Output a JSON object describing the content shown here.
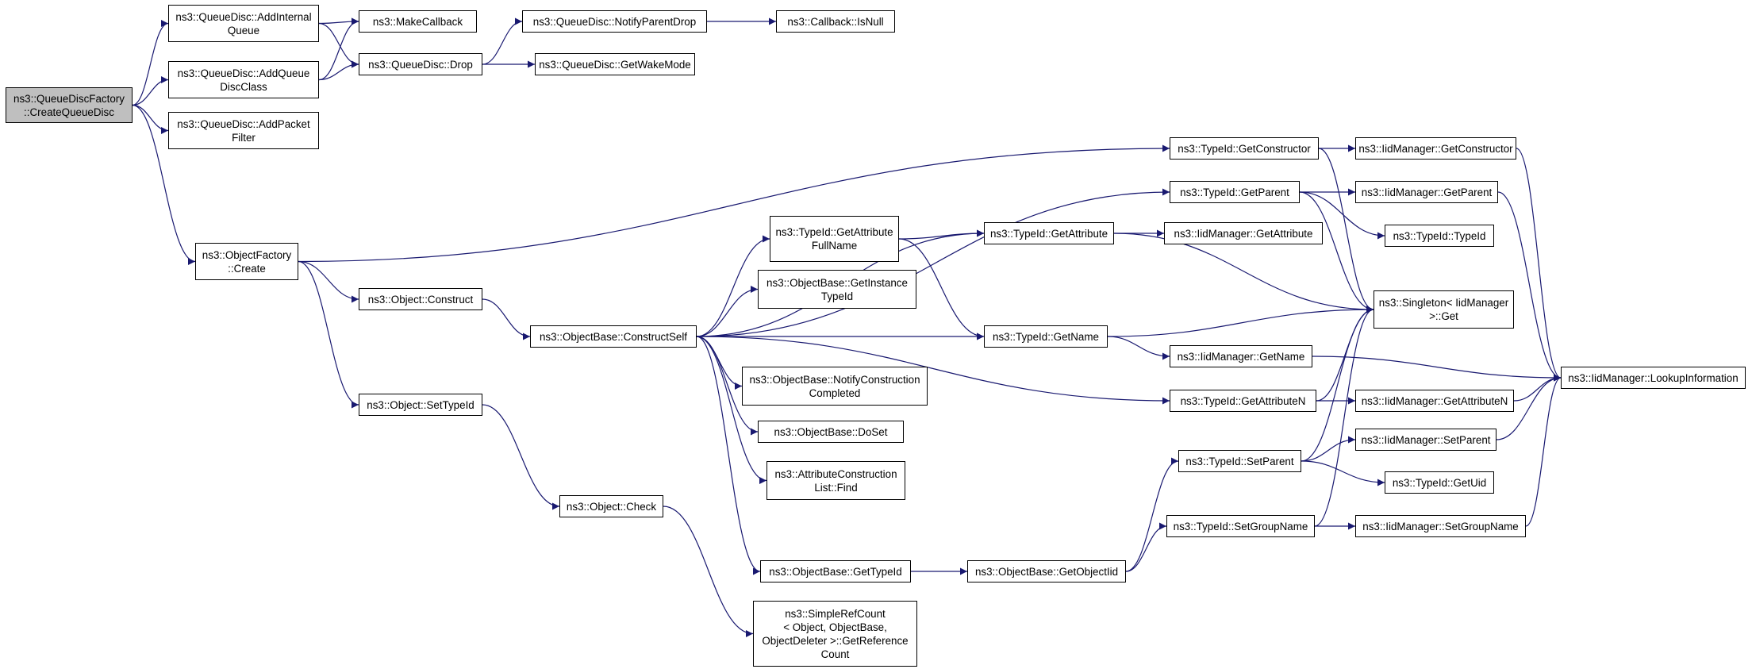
{
  "diagram": {
    "type": "call-graph",
    "colors": {
      "edge": "#191970",
      "root_fill": "#bfbfbf",
      "node_fill": "#ffffff",
      "border": "#000000"
    },
    "nodes": [
      {
        "id": "root",
        "label": "ns3::QueueDiscFactory\n::CreateQueueDisc",
        "root": true
      },
      {
        "id": "addInternalQueue",
        "label": "ns3::QueueDisc::AddInternal\nQueue"
      },
      {
        "id": "addQueueDiscClass",
        "label": "ns3::QueueDisc::AddQueue\nDiscClass"
      },
      {
        "id": "addPacketFilter",
        "label": "ns3::QueueDisc::AddPacket\nFilter"
      },
      {
        "id": "objectFactoryCreate",
        "label": "ns3::ObjectFactory\n::Create"
      },
      {
        "id": "makeCallback",
        "label": "ns3::MakeCallback"
      },
      {
        "id": "drop",
        "label": "ns3::QueueDisc::Drop"
      },
      {
        "id": "notifyParentDrop",
        "label": "ns3::QueueDisc::NotifyParentDrop"
      },
      {
        "id": "isNull",
        "label": "ns3::Callback::IsNull"
      },
      {
        "id": "getWakeMode",
        "label": "ns3::QueueDisc::GetWakeMode"
      },
      {
        "id": "objectConstruct",
        "label": "ns3::Object::Construct"
      },
      {
        "id": "setTypeId",
        "label": "ns3::Object::SetTypeId"
      },
      {
        "id": "constructSelf",
        "label": "ns3::ObjectBase::ConstructSelf"
      },
      {
        "id": "objectCheck",
        "label": "ns3::Object::Check"
      },
      {
        "id": "getAttributeFullName",
        "label": "ns3::TypeId::GetAttribute\nFullName"
      },
      {
        "id": "getInstanceTypeId",
        "label": "ns3::ObjectBase::GetInstance\nTypeId"
      },
      {
        "id": "notifyConstructionCompleted",
        "label": "ns3::ObjectBase::NotifyConstruction\nCompleted"
      },
      {
        "id": "doSet",
        "label": "ns3::ObjectBase::DoSet"
      },
      {
        "id": "attrListFind",
        "label": "ns3::AttributeConstruction\nList::Find"
      },
      {
        "id": "objectBaseGetTypeId",
        "label": "ns3::ObjectBase::GetTypeId"
      },
      {
        "id": "getReferenceCount",
        "label": "ns3::SimpleRefCount\n< Object, ObjectBase,\n ObjectDeleter >::GetReference\nCount"
      },
      {
        "id": "typeIdGetAttribute",
        "label": "ns3::TypeId::GetAttribute"
      },
      {
        "id": "typeIdGetName",
        "label": "ns3::TypeId::GetName"
      },
      {
        "id": "getObjectIid",
        "label": "ns3::ObjectBase::GetObjectIid"
      },
      {
        "id": "typeIdGetConstructor",
        "label": "ns3::TypeId::GetConstructor"
      },
      {
        "id": "typeIdGetParent",
        "label": "ns3::TypeId::GetParent"
      },
      {
        "id": "typeIdGetAttributeN",
        "label": "ns3::TypeId::GetAttributeN"
      },
      {
        "id": "typeIdSetParent",
        "label": "ns3::TypeId::SetParent"
      },
      {
        "id": "typeIdSetGroupName",
        "label": "ns3::TypeId::SetGroupName"
      },
      {
        "id": "iidGetAttribute",
        "label": "ns3::IidManager::GetAttribute"
      },
      {
        "id": "iidGetName",
        "label": "ns3::IidManager::GetName"
      },
      {
        "id": "iidGetConstructor",
        "label": "ns3::IidManager::GetConstructor"
      },
      {
        "id": "iidGetParent",
        "label": "ns3::IidManager::GetParent"
      },
      {
        "id": "typeIdTypeId",
        "label": "ns3::TypeId::TypeId"
      },
      {
        "id": "singletonGet",
        "label": "ns3::Singleton< IidManager\n >::Get"
      },
      {
        "id": "iidGetAttributeN",
        "label": "ns3::IidManager::GetAttributeN"
      },
      {
        "id": "iidSetParent",
        "label": "ns3::IidManager::SetParent"
      },
      {
        "id": "typeIdGetUid",
        "label": "ns3::TypeId::GetUid"
      },
      {
        "id": "iidSetGroupName",
        "label": "ns3::IidManager::SetGroupName"
      },
      {
        "id": "lookupInformation",
        "label": "ns3::IidManager::LookupInformation"
      }
    ],
    "edges": [
      [
        "root",
        "addInternalQueue"
      ],
      [
        "root",
        "addQueueDiscClass"
      ],
      [
        "root",
        "addPacketFilter"
      ],
      [
        "root",
        "objectFactoryCreate"
      ],
      [
        "addInternalQueue",
        "makeCallback"
      ],
      [
        "addInternalQueue",
        "drop"
      ],
      [
        "addQueueDiscClass",
        "makeCallback"
      ],
      [
        "addQueueDiscClass",
        "drop"
      ],
      [
        "drop",
        "notifyParentDrop"
      ],
      [
        "drop",
        "getWakeMode"
      ],
      [
        "notifyParentDrop",
        "isNull"
      ],
      [
        "objectFactoryCreate",
        "typeIdGetConstructor"
      ],
      [
        "objectFactoryCreate",
        "objectConstruct"
      ],
      [
        "objectFactoryCreate",
        "setTypeId"
      ],
      [
        "objectConstruct",
        "constructSelf"
      ],
      [
        "setTypeId",
        "objectCheck"
      ],
      [
        "objectCheck",
        "getReferenceCount"
      ],
      [
        "constructSelf",
        "typeIdGetParent"
      ],
      [
        "constructSelf",
        "typeIdGetAttribute"
      ],
      [
        "constructSelf",
        "getAttributeFullName"
      ],
      [
        "constructSelf",
        "getInstanceTypeId"
      ],
      [
        "constructSelf",
        "typeIdGetName"
      ],
      [
        "constructSelf",
        "notifyConstructionCompleted"
      ],
      [
        "constructSelf",
        "doSet"
      ],
      [
        "constructSelf",
        "attrListFind"
      ],
      [
        "constructSelf",
        "typeIdGetAttributeN"
      ],
      [
        "constructSelf",
        "objectBaseGetTypeId"
      ],
      [
        "getAttributeFullName",
        "typeIdGetAttribute"
      ],
      [
        "getAttributeFullName",
        "typeIdGetName"
      ],
      [
        "objectBaseGetTypeId",
        "getObjectIid"
      ],
      [
        "getObjectIid",
        "typeIdSetParent"
      ],
      [
        "getObjectIid",
        "typeIdSetGroupName"
      ],
      [
        "typeIdGetAttribute",
        "iidGetAttribute"
      ],
      [
        "typeIdGetAttribute",
        "singletonGet"
      ],
      [
        "typeIdGetName",
        "singletonGet"
      ],
      [
        "typeIdGetName",
        "iidGetName"
      ],
      [
        "typeIdGetConstructor",
        "iidGetConstructor"
      ],
      [
        "typeIdGetConstructor",
        "singletonGet"
      ],
      [
        "typeIdGetParent",
        "iidGetParent"
      ],
      [
        "typeIdGetParent",
        "typeIdTypeId"
      ],
      [
        "typeIdGetParent",
        "singletonGet"
      ],
      [
        "typeIdGetAttributeN",
        "singletonGet"
      ],
      [
        "typeIdGetAttributeN",
        "iidGetAttributeN"
      ],
      [
        "typeIdSetParent",
        "singletonGet"
      ],
      [
        "typeIdSetParent",
        "iidSetParent"
      ],
      [
        "typeIdSetParent",
        "typeIdGetUid"
      ],
      [
        "typeIdSetGroupName",
        "singletonGet"
      ],
      [
        "typeIdSetGroupName",
        "iidSetGroupName"
      ],
      [
        "iidGetConstructor",
        "lookupInformation"
      ],
      [
        "iidGetParent",
        "lookupInformation"
      ],
      [
        "iidGetName",
        "lookupInformation"
      ],
      [
        "iidGetAttributeN",
        "lookupInformation"
      ],
      [
        "iidSetParent",
        "lookupInformation"
      ],
      [
        "iidSetGroupName",
        "lookupInformation"
      ]
    ]
  }
}
